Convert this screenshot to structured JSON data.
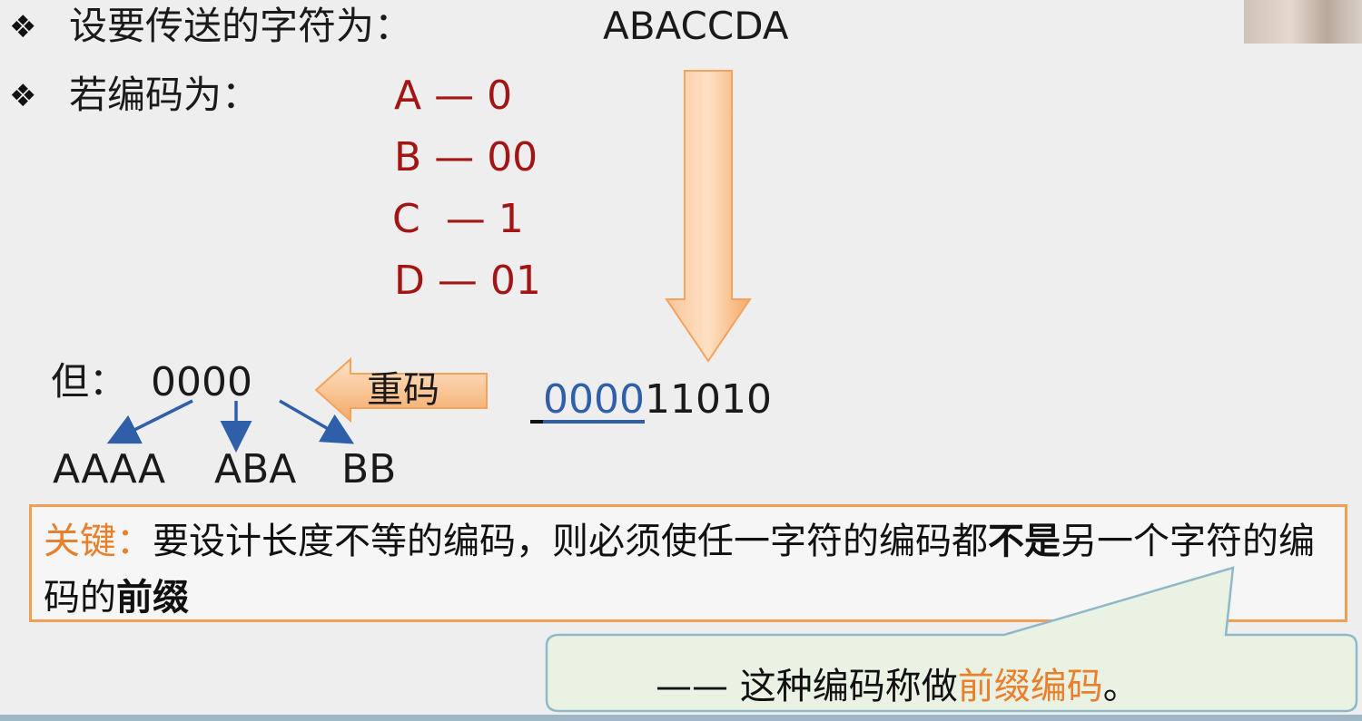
{
  "line1": {
    "bullet": "❖",
    "label": "设要传送的字符为：",
    "value": "ABACCDA"
  },
  "line2": {
    "bullet": "❖",
    "label": "若编码为："
  },
  "codes": [
    {
      "char": "A",
      "dash": "—",
      "code": "0"
    },
    {
      "char": "B",
      "dash": "—",
      "code": "00"
    },
    {
      "char": "C",
      "dash": "—",
      "code": "1"
    },
    {
      "char": "D",
      "dash": "—",
      "code": "01"
    }
  ],
  "ambiguity": {
    "label": "但：",
    "value": "0000",
    "decodings": [
      "AAAA",
      "ABA",
      "BB"
    ],
    "arrow_label": "重码"
  },
  "encoded": {
    "underlined": "0000",
    "rest": "11010"
  },
  "key": {
    "prefix": "关键：",
    "text1": "要设计长度不等的编码，则必须使任一字符的编码都",
    "bold1": "不是",
    "text2": "另一个字符的编码的",
    "bold2": "前缀"
  },
  "callout": {
    "dash": "——",
    "text": "这种编码称做",
    "highlight": "前缀编码",
    "end": "。"
  },
  "colors": {
    "code_red": "#a31515",
    "arrow_orange": "#f7b777",
    "box_orange": "#f0a050",
    "highlight_orange": "#e8802e",
    "decode_arrow_blue": "#2e5fa8",
    "callout_bg": "#eaf2e3",
    "callout_border": "#8fb9c9"
  }
}
